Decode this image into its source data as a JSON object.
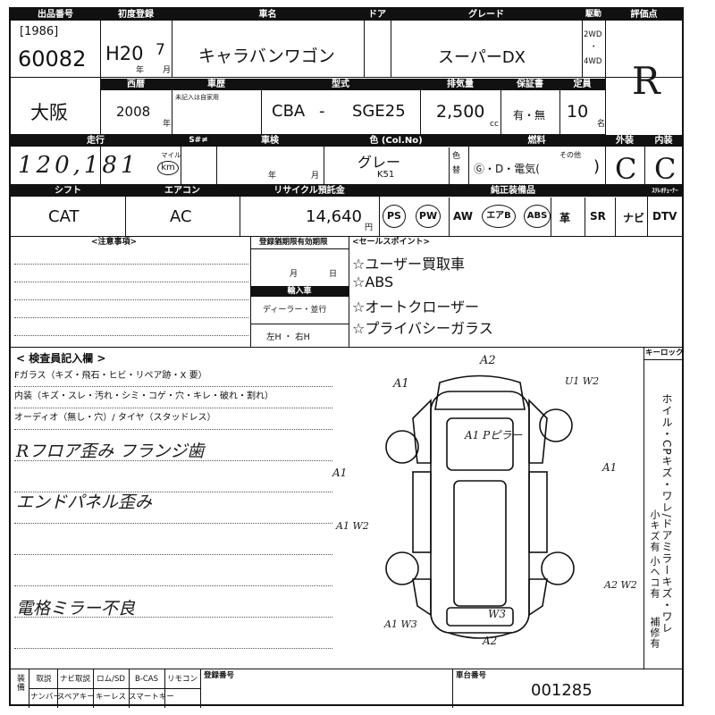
{
  "headers": {
    "lot_no": "出品番号",
    "first_reg": "初度登録",
    "car_name": "車名",
    "door": "ドア",
    "grade": "グレード",
    "drive": "駆動",
    "score": "評価点",
    "nishi_reki": "西暦",
    "shaken_reki": "車歴",
    "kata_shiki": "型式",
    "displacement": "排気量",
    "warranty": "保証書",
    "capacity": "定員",
    "mileage": "走行",
    "s_no": "S#≠",
    "shaken": "車検",
    "color": "色 (Col.No)",
    "fuel": "燃料",
    "exterior": "外装",
    "interior": "内装",
    "shift": "シフト",
    "aircon": "エアコン",
    "recycle": "リサイクル預託金",
    "equipment": "純正装備品",
    "satnav_tuner": "ｽﾃﾚｵﾁｭｰﾅｰ",
    "notes": "<注意事項>",
    "reg_deadline": "登録猶期限有効期限",
    "import": "輸入車",
    "sales_points": "<セールスポイント>",
    "inspector": "< 検査員記入欄 >",
    "key_lock": "キーロック",
    "reg_no": "登録番号",
    "chassis_no": "車台番号",
    "sod_rec": "未記入は自家用"
  },
  "lot": {
    "year_tag": "[1986]",
    "number": "60082"
  },
  "first_registration": {
    "era": "H20",
    "month": "7",
    "year_unit": "年",
    "month_unit": "月"
  },
  "car_name": "キャラバンワゴン",
  "grade": "スーパーDX",
  "drive_options": [
    "2WD",
    "・",
    "4WD"
  ],
  "score_value": "R",
  "location": "大阪",
  "model_year": "2008",
  "model_year_unit": "年",
  "type_prefix": "CBA",
  "type_dash": "-",
  "type_code": "SGE25",
  "displacement": "2,500",
  "cc": "cc",
  "warranty_value": "有・無",
  "capacity_value": "10",
  "capacity_unit": "名",
  "mileage_value": "120,181",
  "mileage_unit_mile": "マイル",
  "mileage_unit_km": "km",
  "shaken_year_unit": "年",
  "shaken_month_unit": "月",
  "color_name": "グレー",
  "color_code": "K51",
  "color_label_iro": "色",
  "color_label_kae": "替",
  "fuel_options": "Ⓖ・D・電気(",
  "fuel_other": "その他",
  "fuel_close": ")",
  "exterior_grade": "C",
  "interior_grade": "C",
  "shift_value": "CAT",
  "aircon_value": "AC",
  "recycle_value": "14,640",
  "yen": "円",
  "equipment": [
    "PS",
    "PW",
    "AW",
    "エアB",
    "ABS",
    "革",
    "SR",
    "ナビ",
    "DTV"
  ],
  "reg_deadline_units": {
    "month": "月",
    "day": "日"
  },
  "dealer": "ディーラー・並行",
  "handle": "左H ・ 右H",
  "sales_points": [
    "☆ユーザー買取車",
    "☆ABS",
    "☆オートクローザー",
    "☆プライバシーガラス"
  ],
  "inspection_lines": [
    "Fガラス（キズ・飛石・ヒビ・リペア跡・X 要）",
    "内装（キズ・スレ・汚れ・シミ・コゲ・穴・キレ・破れ・割れ）",
    "オーディオ（無し・穴）/ タイヤ（スタッドレス）"
  ],
  "handwritten_notes": [
    "Rフロア歪み フランジ歯",
    "エンドパネル歪み",
    "電格ミラー不良"
  ],
  "diagram_marks": {
    "a2_top": "A2",
    "a1_front_left": "A1",
    "u1_w2": "U1 W2",
    "a1_pillar": "A1 Pピラー",
    "a1_left_side": "A1",
    "a1_right_side": "A1",
    "a1_left_low": "A1 W2",
    "a2_right_rear": "A2 W2",
    "a1_rear_left": "A1 W3",
    "w3_rear": "W3",
    "a2_bottom": "A2"
  },
  "side_vertical": "ホイル・CPキズ・ワレ/ドアミラーキズ・ワレ",
  "side_small_1": "小キズ有",
  "side_small_2": "小ヘコ有",
  "side_repair": "補修有",
  "bottom_legend": {
    "label": "装備",
    "row1": [
      "取説",
      "ナビ取説",
      "ロム/SD",
      "B-CAS",
      "リモコン"
    ],
    "row2": [
      "ナンバー",
      "スペアキー",
      "キーレス",
      "スマートキー"
    ]
  },
  "chassis_value": "001285"
}
